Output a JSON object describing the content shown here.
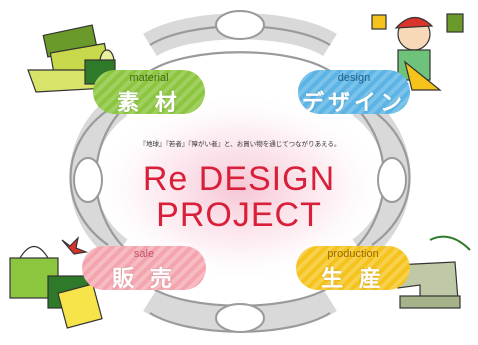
{
  "tagline": "『地球』『若者』『障がい者』と、お買い物を通じてつながりあえる。",
  "title": {
    "line1": "Re DESIGN",
    "line2": "PROJECT"
  },
  "pills": {
    "material": {
      "sub": "material",
      "main": "素 材",
      "color": "#8cc63f"
    },
    "design": {
      "sub": "design",
      "main": "デザイン",
      "color": "#5bb4e5"
    },
    "sale": {
      "sub": "sale",
      "main": "販 売",
      "color": "#f4a4ae"
    },
    "production": {
      "sub": "production",
      "main": "生 産",
      "color": "#f5c31c"
    }
  }
}
